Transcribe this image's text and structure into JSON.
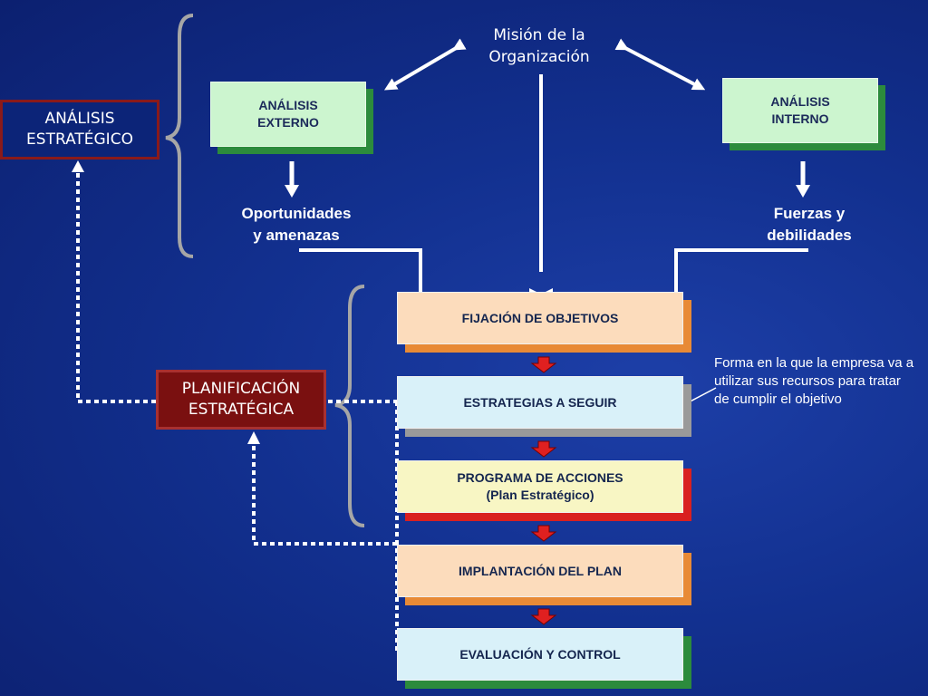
{
  "mission": {
    "line1": "Misión de la",
    "line2": "Organización"
  },
  "analisis_estrategico": {
    "line1": "ANÁLISIS",
    "line2": "ESTRATÉGICO"
  },
  "planificacion_estrategica": {
    "line1": "PLANIFICACIÓN",
    "line2": "ESTRATÉGICA"
  },
  "analisis_externo": {
    "line1": "ANÁLISIS",
    "line2": "EXTERNO",
    "result_line1": "Oportunidades",
    "result_line2": "y amenazas"
  },
  "analisis_interno": {
    "line1": "ANÁLISIS",
    "line2": "INTERNO",
    "result_line1": "Fuerzas y",
    "result_line2": "debilidades"
  },
  "process": [
    {
      "label": "FIJACIÓN DE OBJETIVOS",
      "sublabel": ""
    },
    {
      "label": "ESTRATEGIAS A SEGUIR",
      "sublabel": ""
    },
    {
      "label": "PROGRAMA DE ACCIONES",
      "sublabel": "(Plan Estratégico)"
    },
    {
      "label": "IMPLANTACIÓN DEL PLAN",
      "sublabel": ""
    },
    {
      "label": "EVALUACIÓN Y CONTROL",
      "sublabel": ""
    }
  ],
  "note": "Forma en la que la empresa va a utilizar sus recursos para tratar de cumplir el objetivo",
  "colors": {
    "background": "#12308f",
    "green_box": "#ccf5cf",
    "green_shadow": "#2c8b3c",
    "peach_box": "#fcdcbc",
    "orange_shadow": "#e88a36",
    "light_blue_box": "#d9f1f9",
    "yellow_box": "#f8f6c4",
    "red_arrow": "#e02020",
    "planificacion_bg": "#7a1010",
    "analisis_bg": "#0c2478"
  }
}
